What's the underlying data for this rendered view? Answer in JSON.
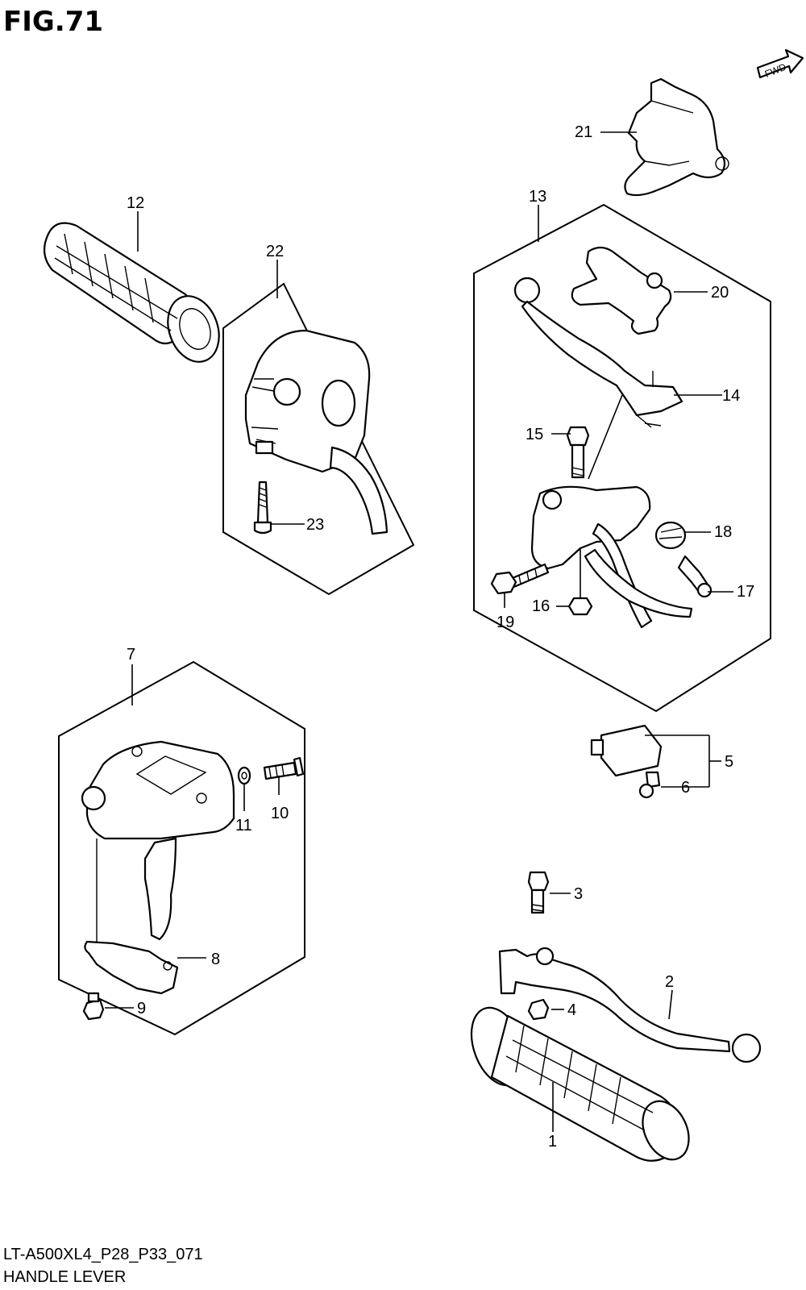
{
  "header": {
    "figure_label": "FIG.71",
    "fwd_label": "FWD"
  },
  "footer": {
    "model_code": "LT-A500XL4_P28_P33_071",
    "title": "HANDLE LEVER"
  },
  "callouts": {
    "c1": "1",
    "c2": "2",
    "c3": "3",
    "c4": "4",
    "c5": "5",
    "c6": "6",
    "c7": "7",
    "c8": "8",
    "c9": "9",
    "c10": "10",
    "c11": "11",
    "c12": "12",
    "c13": "13",
    "c14": "14",
    "c15": "15",
    "c16": "16",
    "c17": "17",
    "c18": "18",
    "c19": "19",
    "c20": "20",
    "c21": "21",
    "c22": "22",
    "c23": "23"
  }
}
